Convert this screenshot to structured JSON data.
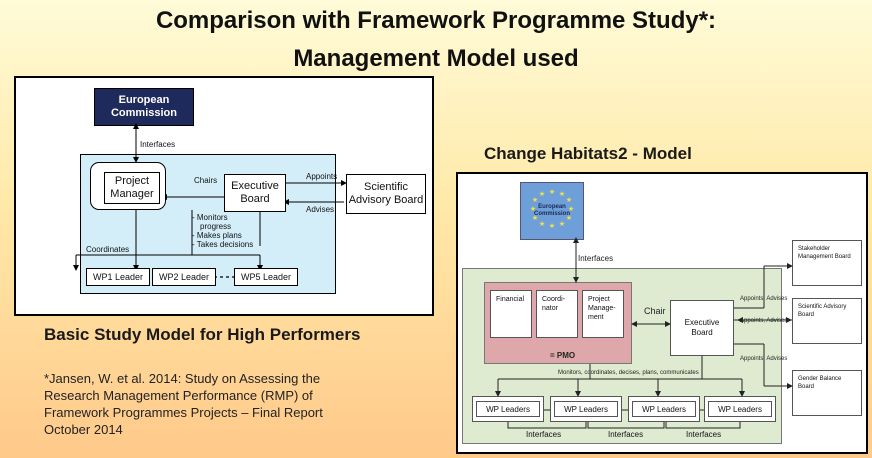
{
  "title": {
    "line1": "Comparison with Framework Programme Study*:",
    "line2": "Management Model used"
  },
  "left_diagram": {
    "ec": "European Commission",
    "interfaces": "Interfaces",
    "pm": "Project Manager",
    "chairs": "Chairs",
    "eb": "Executive Board",
    "appoints": "Appoints",
    "advises": "Advises",
    "sab": "Scientific Advisory Board",
    "duties": [
      "- Monitors",
      "progress",
      "- Makes plans",
      "- Takes decisions"
    ],
    "coordinates": "Coordinates",
    "wp": [
      "WP1 Leader",
      "WP2 Leader",
      "WP5 Leader"
    ]
  },
  "left_caption": "Basic Study Model for High Performers",
  "footnote": "*Jansen, W. et al. 2014: Study on Assessing the Research Management Performance  (RMP) of Framework Programmes Projects – Final Report October 2014",
  "right_title": "Change Habitats2 - Model",
  "right_diagram": {
    "ec": "European Commission",
    "interfaces": "Interfaces",
    "financial": "Financial",
    "coordinator": "Coordi-nator",
    "pm": "Project Manage-ment",
    "pmo": "= PMO",
    "chair": "Chair",
    "eb": "Executive Board",
    "stakeholder": "Stakeholder Management Board",
    "sab": "Scientific Advisory Board",
    "gender": "Gender Balance Board",
    "appoints_advises": "Appoints, Advises",
    "monitors": "Monitors, coordinates, decises, plans, communicates",
    "wp": [
      "WP Leaders",
      "WP Leaders",
      "WP Leaders",
      "WP Leaders"
    ],
    "wp_interfaces": [
      "Interfaces",
      "Interfaces",
      "Interfaces"
    ]
  },
  "colors": {
    "ec_left": "#1f2a5c",
    "region_left": "#d3eef8",
    "ec_right": "#6f9fd8",
    "region_right": "#dfebd1",
    "pmo": "#dea8aa"
  }
}
